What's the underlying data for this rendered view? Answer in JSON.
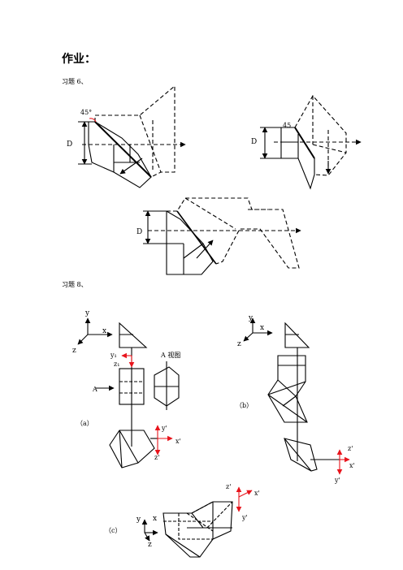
{
  "heading": "作业：",
  "exercise6": {
    "label": "习题 6、",
    "fig1": {
      "angle": "45°",
      "dim": "D"
    },
    "fig2": {
      "angle": "45",
      "dim": "D"
    },
    "fig3": {
      "dim": "D"
    }
  },
  "exercise8": {
    "label": "习题 8、",
    "a": {
      "caption": "（a）",
      "y": "y",
      "x": "x",
      "z": "z",
      "y1": "y₁",
      "z1": "z₁",
      "view_label": "A 视图",
      "arrow_label": "A",
      "yp": "y'",
      "xp": "x'",
      "zp": "z'"
    },
    "b": {
      "caption": "（b）",
      "y": "y",
      "x": "x",
      "z": "z",
      "zp": "z'",
      "xp": "x'",
      "yp": "y'"
    },
    "c": {
      "caption": "（c）",
      "y": "y",
      "x": "x",
      "z": "z",
      "zp": "z'",
      "xp": "x'",
      "yp": "y'"
    }
  },
  "colors": {
    "ink": "#000000",
    "axis_red": "#e8141c"
  }
}
